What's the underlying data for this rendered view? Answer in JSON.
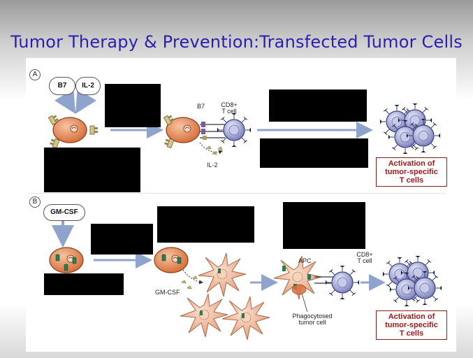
{
  "slide": {
    "title": "Tumor Therapy & Prevention:Transfected Tumor Cells"
  },
  "panel_a": {
    "label": "A",
    "molecules": [
      "B7",
      "IL-2"
    ],
    "labels": {
      "b7": "B7",
      "cd8_line1": "CD8+",
      "cd8_line2": "T cell",
      "il2": "IL-2"
    },
    "activation": [
      "Activation of",
      "tumor-specific",
      "T cells"
    ]
  },
  "panel_b": {
    "label": "B",
    "molecule": "GM-CSF",
    "labels": {
      "gmcsf": "GM-CSF",
      "apc": "APC",
      "cd8_line1": "CD8+",
      "cd8_line2": "T cell",
      "phago_line1": "Phagocytosed",
      "phago_line2": "tumor cell"
    },
    "activation": [
      "Activation of",
      "tumor-specific",
      "T cells"
    ]
  },
  "colors": {
    "title": "#2b1fae",
    "tumor_cell": "#e8956a",
    "t_cell": "#a9acd6",
    "apc": "#f2c0a6",
    "arrow": "#8fa4cc",
    "activation_text": "#a01818",
    "redaction": "#000000"
  }
}
